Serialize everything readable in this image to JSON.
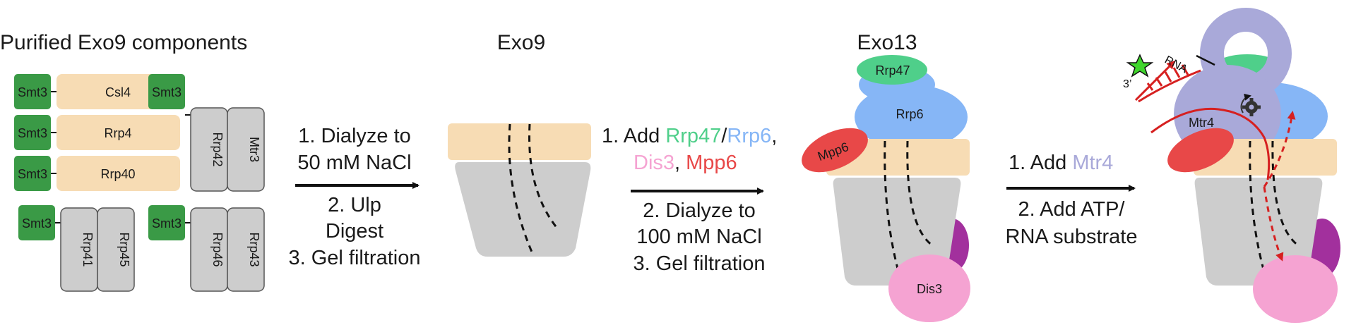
{
  "titles": {
    "panel1": "Purified Exo9 components",
    "panel2": "Exo9",
    "panel3": "Exo13"
  },
  "components": {
    "smt3": "Smt3",
    "csl4": "Csl4",
    "rrp4": "Rrp4",
    "rrp40": "Rrp40",
    "rrp42": "Rrp42",
    "mtr3": "Mtr3",
    "rrp41": "Rrp41",
    "rrp45": "Rrp45",
    "rrp46": "Rrp46",
    "rrp43": "Rrp43"
  },
  "step1": {
    "line1": "1. Dialyze to",
    "line2": "50 mM NaCl",
    "line3": "2. Ulp",
    "line4": "Digest",
    "line5": "3. Gel filtration"
  },
  "step2": {
    "add_prefix": "1. Add ",
    "rrp47": "Rrp47",
    "slash": "/",
    "rrp6": "Rrp6",
    "comma1": ",",
    "dis3": "Dis3",
    "comma2": ", ",
    "mpp6": "Mpp6",
    "line3": "2. Dialyze to",
    "line4": "100 mM NaCl",
    "line5": "3. Gel filtration"
  },
  "step3": {
    "add_prefix": "1. Add ",
    "mtr4": "Mtr4",
    "line2": "2. Add ATP/",
    "line3": "RNA substrate"
  },
  "exo13_labels": {
    "rrp47": "Rrp47",
    "rrp6": "Rrp6",
    "mpp6": "Mpp6",
    "dis3": "Dis3"
  },
  "final_labels": {
    "mtr4": "Mtr4",
    "rna": "RNA",
    "three_prime": "3’"
  },
  "colors": {
    "smt3": "#3a9a46",
    "cap": "#f7dcb4",
    "core": "#cdcdcd",
    "rrp47": "#4fcf8a",
    "rrp6": "#86b6f6",
    "mpp6": "#e84848",
    "dis3": "#f5a3d2",
    "mtr4": "#a9a9d9",
    "purple": "#a2309d",
    "rna": "#d62020",
    "star": "#3fd62c"
  }
}
